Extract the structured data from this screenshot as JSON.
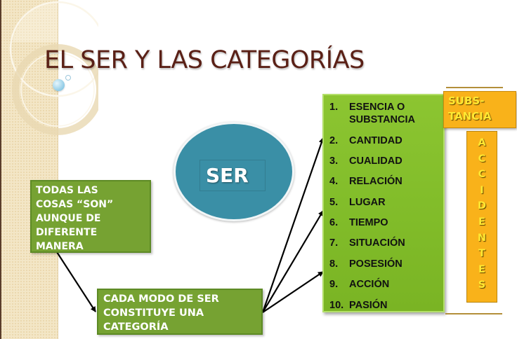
{
  "slide": {
    "title": "EL SER Y LAS CATEGORÍAS",
    "center_circle": {
      "label": "SER",
      "color": "#3a8fa6"
    },
    "left_box": {
      "lines": [
        "TODAS LAS",
        "COSAS “SON”",
        "AUNQUE DE",
        "DIFERENTE",
        "MANERA"
      ],
      "color": "#76a232"
    },
    "bottom_box": {
      "lines": [
        "CADA MODO DE SER",
        "CONSTITUYE UNA",
        "CATEGORÍA"
      ],
      "color": "#76a232"
    },
    "categories": [
      {
        "num": "1.",
        "label": "ESENCIA O",
        "label2": "SUBSTANCIA"
      },
      {
        "num": "2.",
        "label": "CANTIDAD"
      },
      {
        "num": "3.",
        "label": "CUALIDAD"
      },
      {
        "num": "4.",
        "label": "RELACIÓN"
      },
      {
        "num": "5.",
        "label": "LUGAR"
      },
      {
        "num": "6.",
        "label": "TIEMPO"
      },
      {
        "num": "7.",
        "label": "SITUACIÓN"
      },
      {
        "num": "8.",
        "label": "POSESIÓN"
      },
      {
        "num": "9.",
        "label": "ACCIÓN"
      },
      {
        "num": "10.",
        "label": "PASIÓN"
      }
    ],
    "substancia_box": {
      "lines": [
        "SUBS-",
        "TANCIA"
      ],
      "color": "#f9b21a"
    },
    "accidentes_box": {
      "letters": [
        "A",
        "C",
        "C",
        "I",
        "D",
        "E",
        "N",
        "T",
        "E",
        "S"
      ],
      "color": "#f9b21a"
    },
    "colors": {
      "title": "#5a2016",
      "list_panel": "#82bd2a",
      "accent_text": "#ffe832"
    }
  }
}
